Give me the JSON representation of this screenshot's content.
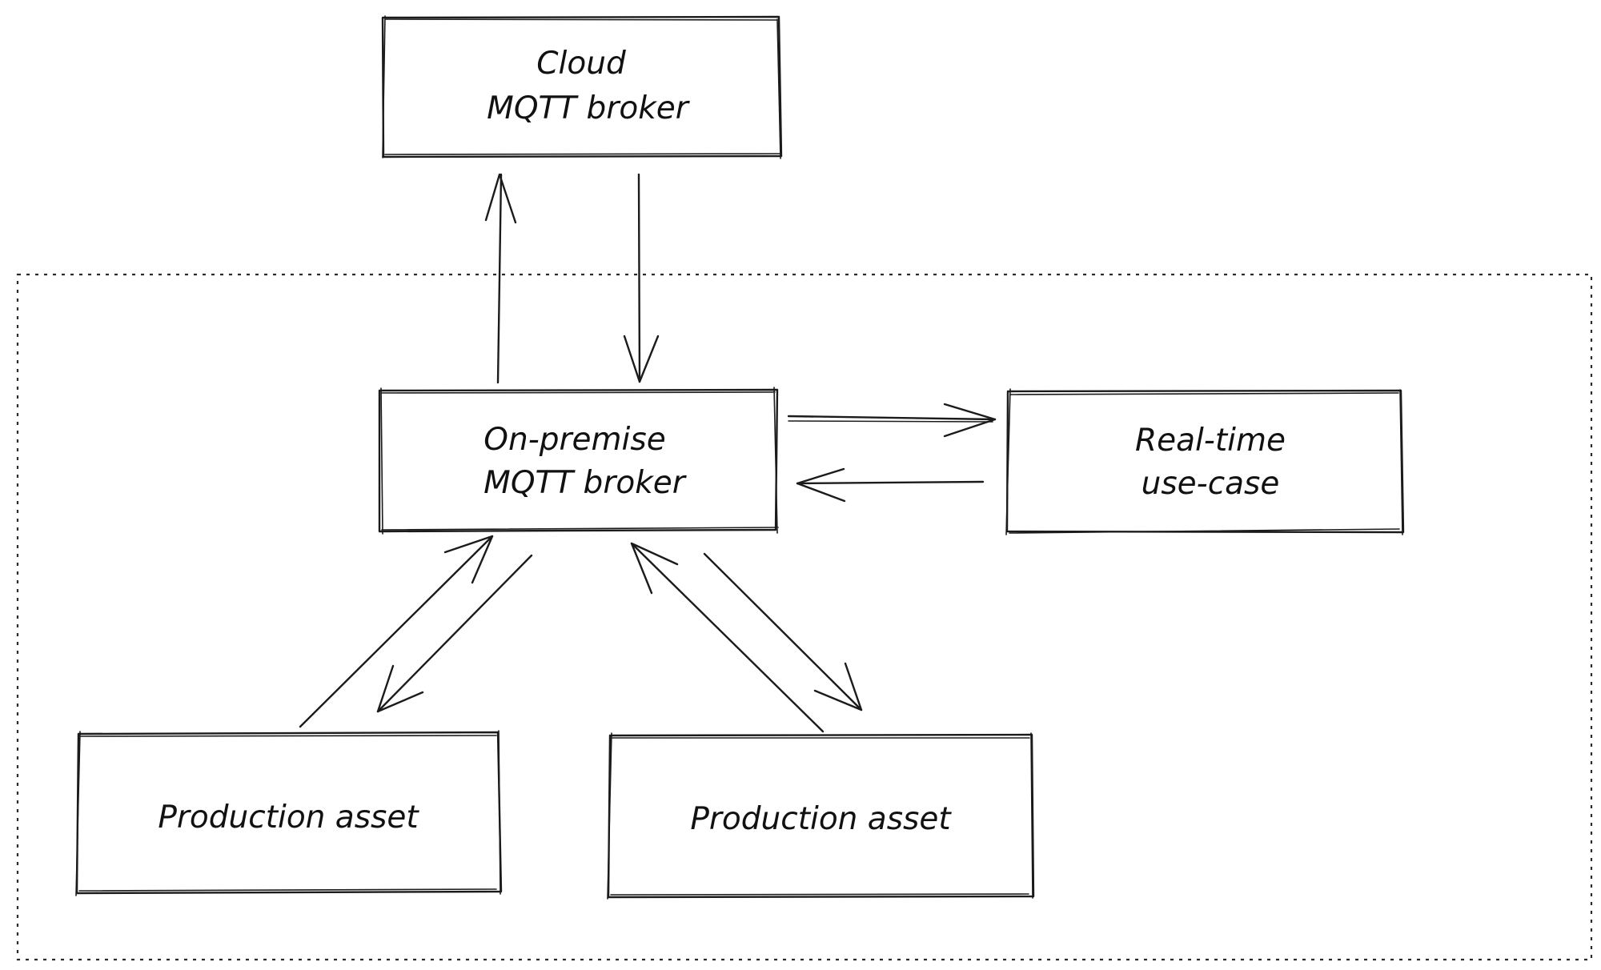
{
  "nodes": {
    "cloud_broker": {
      "lines": [
        "Cloud",
        "MQTT broker"
      ]
    },
    "onprem_broker": {
      "lines": [
        "On-premise",
        "MQTT broker"
      ]
    },
    "realtime": {
      "lines": [
        "Real-time",
        "use-case"
      ]
    },
    "asset_left": {
      "lines": [
        "Production asset"
      ]
    },
    "asset_right": {
      "lines": [
        "Production asset"
      ]
    }
  }
}
